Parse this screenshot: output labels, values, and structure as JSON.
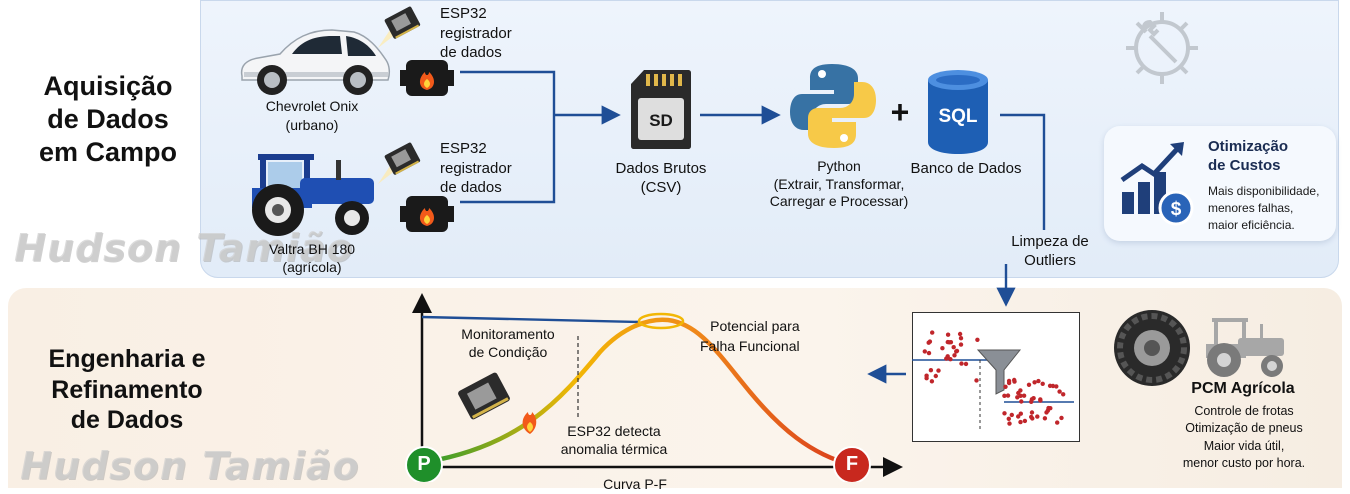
{
  "sections": {
    "acquisition_title": "Aquisição\nde Dados\nem Campo",
    "engineering_title": "Engenharia e\nRefinamento\nde Dados"
  },
  "vehicles": [
    {
      "name": "Chevrolet Onix",
      "context": "(urbano)"
    },
    {
      "name": "Valtra BH 180",
      "context": "(agrícola)"
    }
  ],
  "logger_label": "ESP32\nregistrador\nde dados",
  "pipeline": {
    "sd_icon_text": "SD",
    "raw_data": "Dados Brutos\n(CSV)",
    "python": "Python\n(Extrair, Transformar,\nCarregar e Processar)",
    "plus": "+",
    "sql_icon_text": "SQL",
    "database": "Banco de Dados",
    "outliers": "Limpeza de\nOutliers"
  },
  "cost_card": {
    "title": "Otimização\nde Custos",
    "description": "Mais disponibilidade,\nmenores falhas,\nmaior eficiência."
  },
  "pcm": {
    "title": "PCM Agrícola",
    "description": "Controle de frotas\nOtimização de pneus\nMaior vida útil,\nmenor custo por hora."
  },
  "pf_curve": {
    "monitoring": "Monitoramento\nde Condição",
    "potential": "Potencial para\nFalha Funcional",
    "detect": "ESP32 detecta\nanomalia térmica",
    "point_p": "P",
    "point_f": "F",
    "axis_caption": "Curva P-F"
  },
  "watermark": "Hudson Tamião",
  "colors": {
    "arrow_blue": "#1f4e96",
    "curve_green": "#2e9b2e",
    "curve_yellow": "#f2b705",
    "curve_red": "#d93a1c",
    "outlier_red": "#c0262b",
    "python_blue": "#3772a4",
    "python_yellow": "#f7c948"
  }
}
